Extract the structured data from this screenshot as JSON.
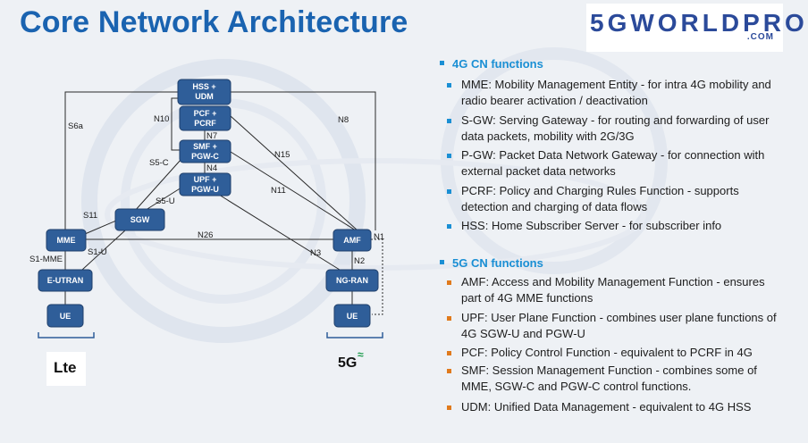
{
  "title": "Core Network Architecture",
  "logo": {
    "text": "5GWORLDPRO",
    "sub": ".COM"
  },
  "diagram": {
    "nodes": {
      "hss_udm": [
        "HSS +",
        "UDM"
      ],
      "pcf_pcrf": [
        "PCF +",
        "PCRF"
      ],
      "smf_pgwc": [
        "SMF +",
        "PGW-C"
      ],
      "upf_pgwu": [
        "UPF +",
        "PGW-U"
      ],
      "sgw": "SGW",
      "mme": "MME",
      "amf": "AMF",
      "eutran": "E-UTRAN",
      "ngran": "NG-RAN",
      "ue_lte": "UE",
      "ue_5g": "UE"
    },
    "labels": {
      "s6a": "S6a",
      "n10": "N10",
      "n7": "N7",
      "n8": "N8",
      "s5c": "S5-C",
      "n4": "N4",
      "n15": "N15",
      "s5u": "S5-U",
      "n11": "N11",
      "s11": "S11",
      "n26": "N26",
      "n1": "N1",
      "s1u": "S1-U",
      "s1mme": "S1-MME",
      "n3": "N3",
      "n2": "N2"
    },
    "lte_logo": "Lte",
    "g5_logo": "5G"
  },
  "sections": [
    {
      "heading": "4G CN functions",
      "color": "#1a8fd4",
      "items": [
        "MME: Mobility Management Entity - for intra 4G mobility and radio bearer activation / deactivation",
        "S-GW: Serving Gateway - for routing and forwarding of user data packets, mobility with 2G/3G",
        "P-GW: Packet Data Network Gateway - for connection with external packet data networks",
        "PCRF:  Policy and Charging Rules Function - supports detection and charging of data flows",
        "HSS: Home Subscriber Server - for subscriber info"
      ]
    },
    {
      "heading": "5G CN functions",
      "color": "#e07a1c",
      "items": [
        "AMF: Access and Mobility Management Function - ensures part of 4G MME functions",
        "UPF:  User Plane Function - combines user plane functions of 4G SGW-U and PGW-U",
        "PCF: Policy Control Function - equivalent to PCRF in 4G",
        "SMF: Session Management Function - combines some of MME, SGW-C and PGW-C control functions.",
        "UDM: Unified Data Management - equivalent to 4G HSS"
      ]
    }
  ]
}
